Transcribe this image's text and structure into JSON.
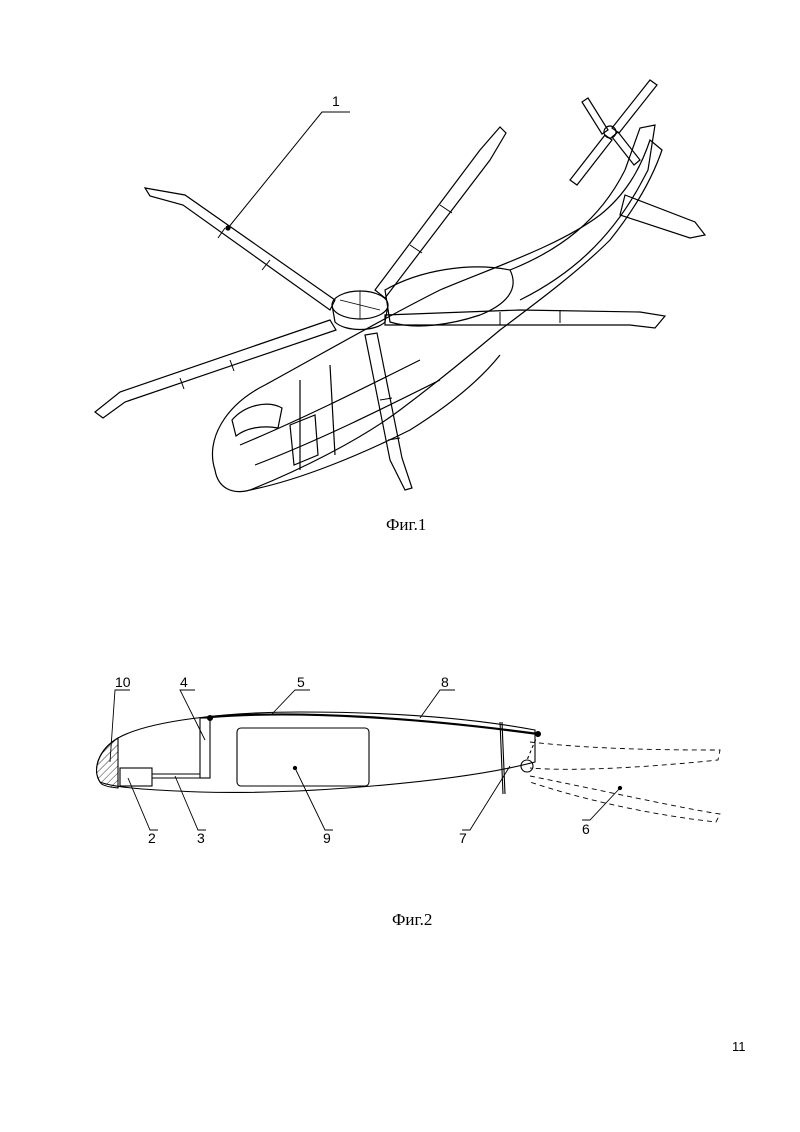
{
  "figure1": {
    "caption": "Фиг.1",
    "labels": {
      "rotor_blade": "1"
    }
  },
  "figure2": {
    "caption": "Фиг.2",
    "labels": {
      "nose_cap": "10",
      "box_2": "2",
      "rod_3": "3",
      "spar_4": "4",
      "cable_5": "5",
      "skin_8": "8",
      "compartment_9": "9",
      "hinge_7": "7",
      "flap_6": "6"
    }
  },
  "page_number": "11"
}
